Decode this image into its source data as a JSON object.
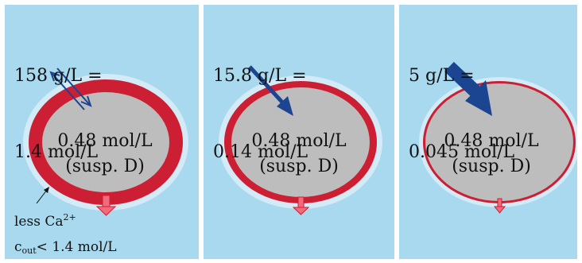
{
  "colors": {
    "background": "#a9d9ee",
    "membrane_halo": "#d3eaf7",
    "membrane": "#cc1f33",
    "interior": "#bdbdbd",
    "flux_arrow": "#1c4591",
    "efflux_arrow": "#f26a7b"
  },
  "panels": [
    {
      "outside_concentration": "158 g/L =",
      "outside_molarity": "1.4 mol/L",
      "inside_molarity": "0.48 mol/L",
      "inside_label": "(susp. D)",
      "flux": "bidirectional"
    },
    {
      "outside_concentration": "15.8 g/L =",
      "outside_molarity": "0.14 mol/L",
      "inside_molarity": "0.48 mol/L",
      "inside_label": "(susp. D)",
      "flux": "inward"
    },
    {
      "outside_concentration": "5 g/L =",
      "outside_molarity": "0.045 mol/L",
      "inside_molarity": "0.48 mol/L",
      "inside_label": "(susp. D)",
      "flux": "inward-strong"
    }
  ],
  "note": {
    "calcium_text": "less Ca",
    "calcium_charge": "2+",
    "c_symbol": "c",
    "c_subscript": "out",
    "comparison": "< 1.4 mol/L"
  }
}
